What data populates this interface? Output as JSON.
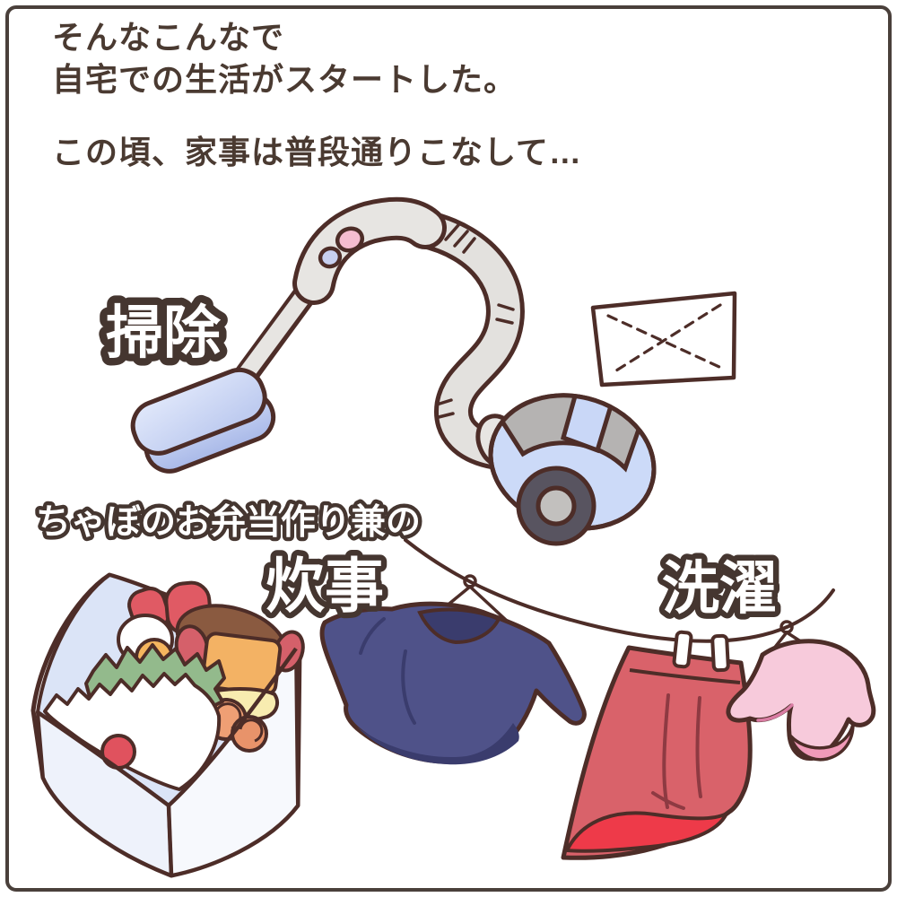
{
  "panel": {
    "narration": {
      "line1": "そんなこんなで",
      "line2": "自宅での生活がスタートした。",
      "line3": "この頃、家事は普段通りこなして…"
    },
    "labels": {
      "cleaning": "掃除",
      "bento_caption": "ちゃぼのお弁当作り兼の",
      "cooking": "炊事",
      "laundry": "洗濯"
    },
    "colors": {
      "frame": "#4a403b",
      "narration_text": "#4a3a31",
      "label_fill": "#ffffff",
      "label_outline": "#453630",
      "line_art": "#4d2d28",
      "vacuum_gray": "#e7e5e2",
      "vacuum_head_blue": "#c9d5f3",
      "canister_blue": "#ccdaf8",
      "panel_gray": "#b5b3b2",
      "wheel_dark": "#585460",
      "wheel_hub": "#c2c0be",
      "button_pink": "#f6bdd0",
      "button_blue": "#c8d0f0",
      "navy_shirt": "#4f5289",
      "navy_shade": "#3a3c6d",
      "red_skirt": "#d9626a",
      "skirt_lining_red": "#ee3a49",
      "pink_shirt": "#f7cadb",
      "pink_shade": "#f09ab8",
      "bento_rim_blue": "#dbe4f7",
      "rice_white": "#ffffff",
      "umeboshi_red": "#e0525e",
      "lettuce_green": "#93ba8c",
      "tamagoyaki_orange": "#f3b264",
      "meat_brown": "#8a5a40",
      "sausage_red": "#e05a64",
      "salmon_orange": "#ef9f74",
      "egg_yellow": "#f8ecb0"
    }
  }
}
